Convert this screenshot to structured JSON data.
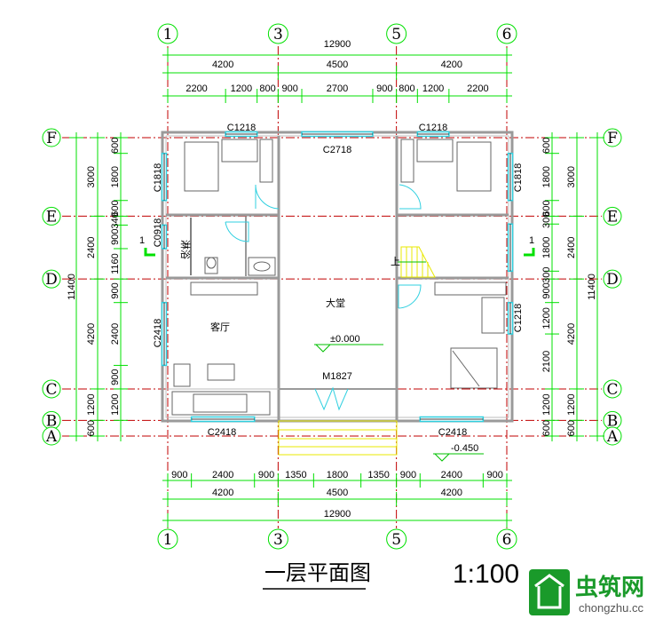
{
  "drawing": {
    "title": "一层平面图",
    "scale": "1:100",
    "watermark": {
      "brand": "虫筑网",
      "site": "chongzhu.cc"
    }
  },
  "axes": {
    "vertical": [
      {
        "id": "1",
        "mm": 0
      },
      {
        "id": "3",
        "mm": 4200
      },
      {
        "id": "5",
        "mm": 8700
      },
      {
        "id": "6",
        "mm": 12900
      }
    ],
    "horizontal": [
      {
        "id": "F",
        "mm": 0
      },
      {
        "id": "E",
        "mm": 3000
      },
      {
        "id": "D",
        "mm": 5400
      },
      {
        "id": "C",
        "mm": 9600
      },
      {
        "id": "B",
        "mm": 10800
      },
      {
        "id": "A",
        "mm": 11400
      }
    ]
  },
  "dimensions": {
    "top_total": [
      "12900"
    ],
    "top_axes": [
      "4200",
      "4500",
      "4200"
    ],
    "top_detail": [
      "2200",
      "1200",
      "800",
      "900",
      "2700",
      "900",
      "800",
      "1200",
      "2200"
    ],
    "bottom_detail": [
      "900",
      "2400",
      "900",
      "1350",
      "1800",
      "1350",
      "900",
      "2400",
      "900"
    ],
    "bottom_axes": [
      "4200",
      "4500",
      "4200"
    ],
    "bottom_total": [
      "12900"
    ],
    "left_total": [
      "11400"
    ],
    "left_axes": [
      "3000",
      "2400",
      "4200",
      "1200",
      "600"
    ],
    "left_detail": [
      "600",
      "1800",
      "600",
      "340",
      "900",
      "1160",
      "900",
      "2400",
      "900",
      "1200"
    ],
    "right_detail": [
      "600",
      "1800",
      "600",
      "300",
      "1800",
      "300",
      "900",
      "1200",
      "2100",
      "1200",
      "600"
    ],
    "right_axes": [
      "3000",
      "2400",
      "4200",
      "1200",
      "600"
    ],
    "right_total": [
      "11400"
    ]
  },
  "openings": {
    "c1218_top_left": "C1218",
    "c2718_top": "C2718",
    "c1218_top_right": "C1218",
    "c1818_left": "C1818",
    "c0918_left": "C0918",
    "c2418_left": "C2418",
    "c2418_bottom_left": "C2418",
    "c2418_bottom_right": "C2418",
    "c1818_right": "C1818",
    "c1218_right": "C1218",
    "m1827_door": "M1827"
  },
  "rooms": {
    "hall": "大堂",
    "living": "客厅",
    "bath": "淋浴"
  },
  "annotations": {
    "floor_level": "±0.000",
    "outdoor_level": "-0.450",
    "stair_up": "上",
    "section_left": "1",
    "section_right": "1"
  },
  "colors": {
    "dim": "#00e000",
    "axis": "#c00000",
    "wall": "#9a9a9a",
    "window": "#30d0e0",
    "stair": "#f0f000"
  }
}
